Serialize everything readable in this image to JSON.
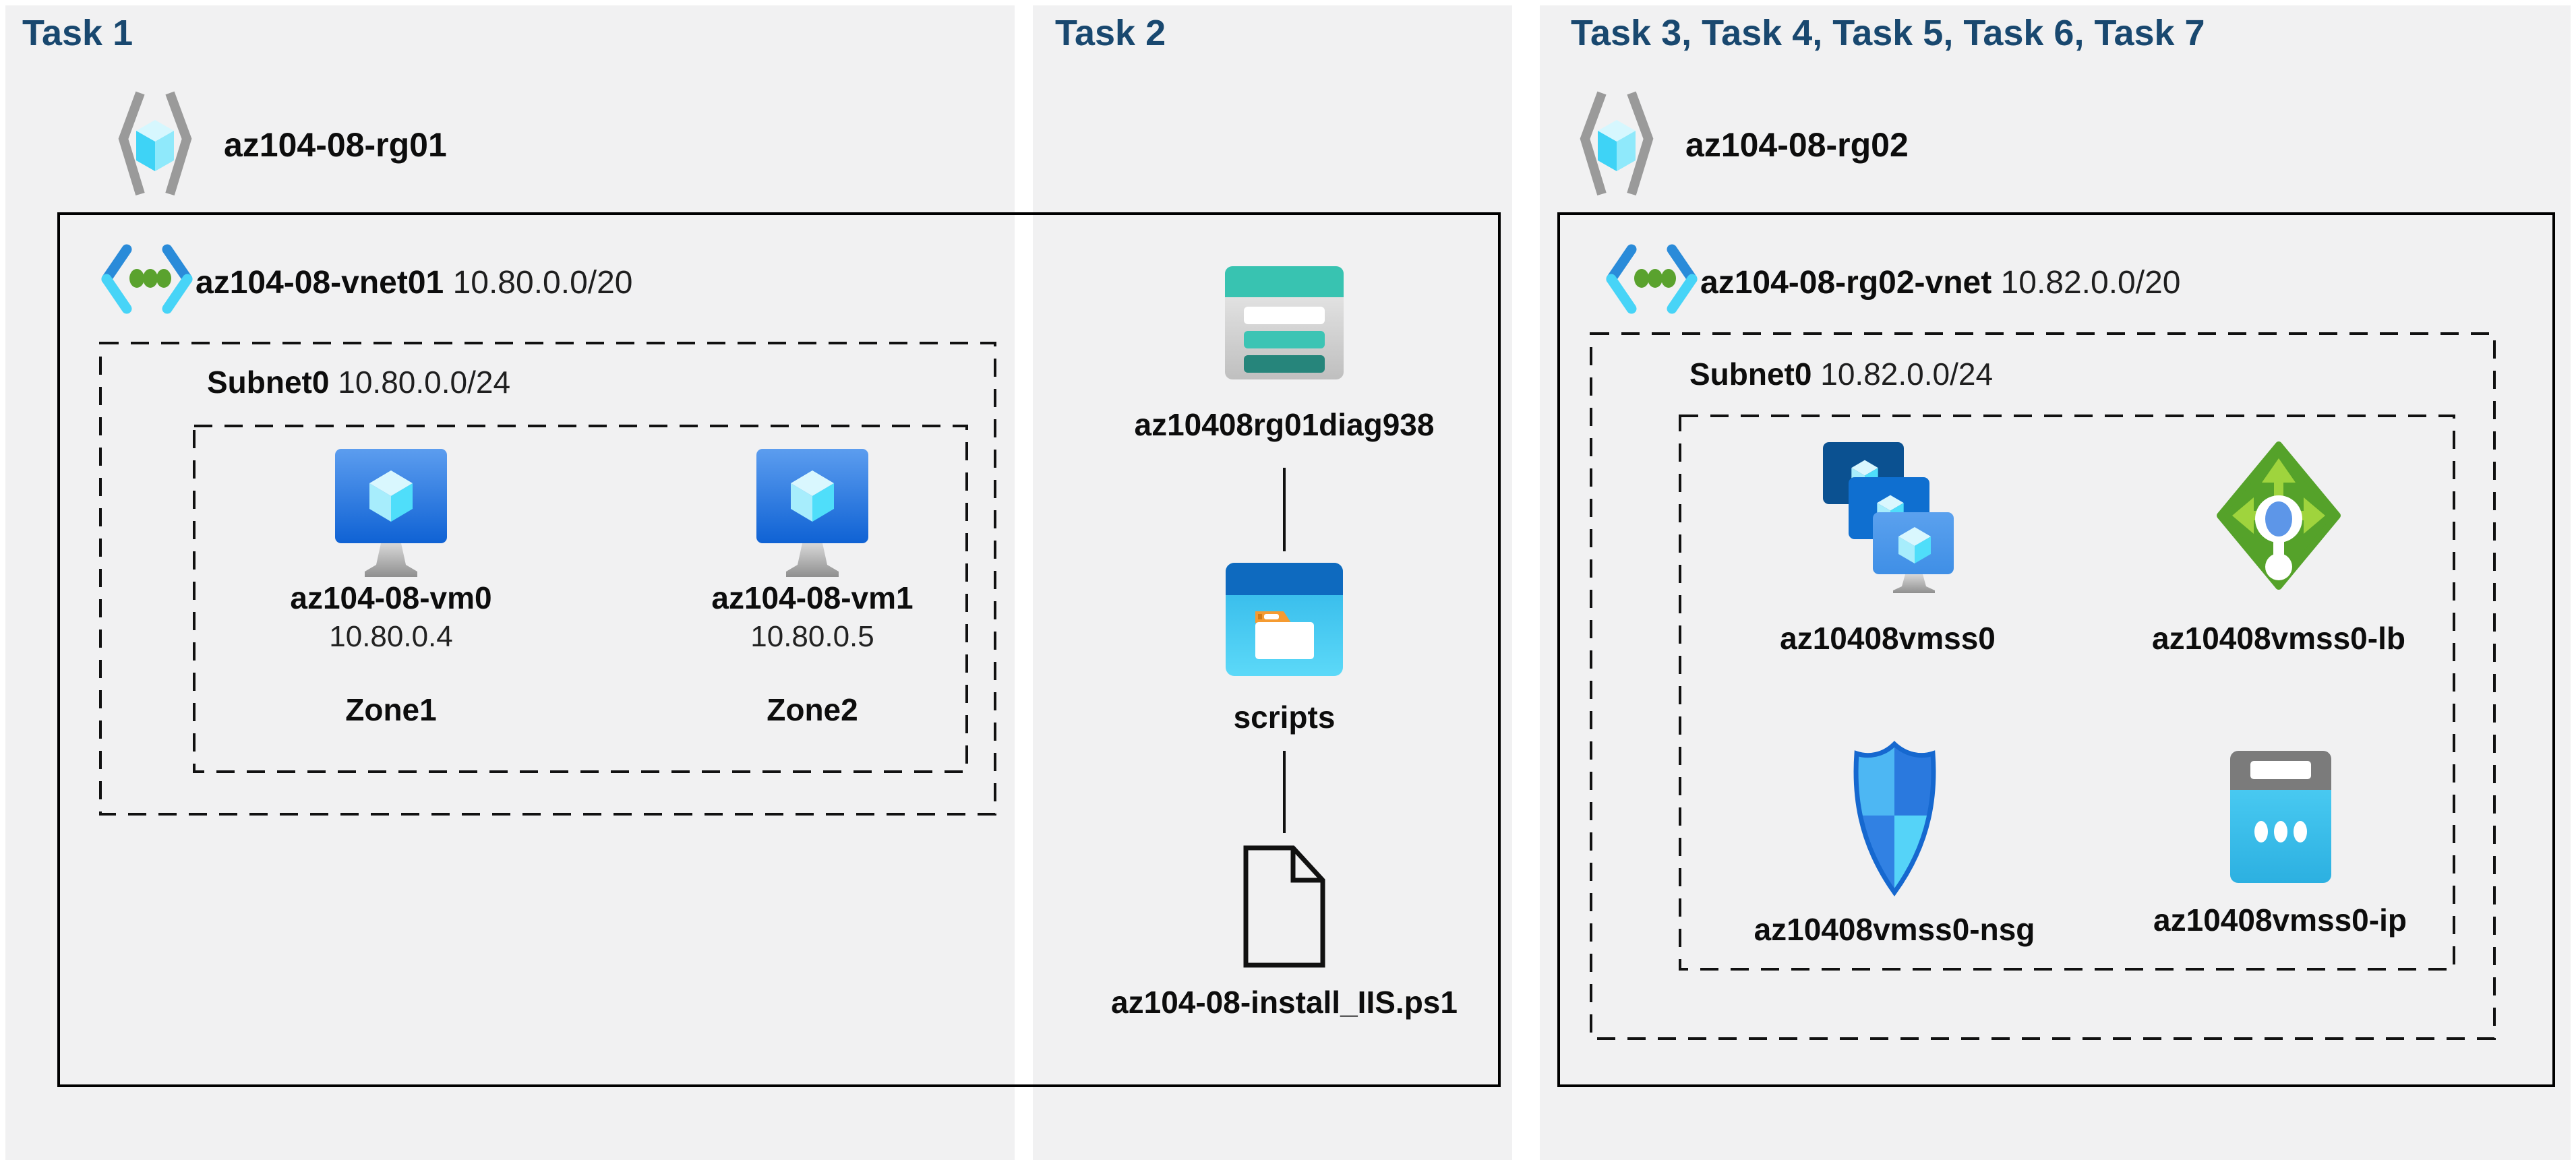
{
  "colors": {
    "title_blue": "#19486f",
    "panel_bg": "#f1f1f2",
    "outline_black": "#000000",
    "azure_blue": "#1166d8",
    "cyan": "#47d4f7",
    "storage_teal": "#38c3b1",
    "storage_teal_dark": "#26857b",
    "lb_green": "#55a22a",
    "lb_green_light": "#9fd43d",
    "bracket_gray": "#9a9a9a"
  },
  "tasks": [
    {
      "title": "Task 1",
      "resource_group": "az104-08-rg01",
      "vnet": {
        "name": "az104-08-vnet01",
        "cidr": "10.80.0.0/20"
      },
      "subnet": {
        "name": "Subnet0",
        "cidr": "10.80.0.0/24"
      },
      "vms": [
        {
          "name": "az104-08-vm0",
          "ip": "10.80.0.4",
          "zone": "Zone1"
        },
        {
          "name": "az104-08-vm1",
          "ip": "10.80.0.5",
          "zone": "Zone2"
        }
      ]
    },
    {
      "title": "Task 2",
      "storage_account": "az10408rg01diag938",
      "container": "scripts",
      "script_file": "az104-08-install_IIS.ps1"
    },
    {
      "title": "Task 3, Task 4, Task 5, Task 6, Task 7",
      "resource_group": "az104-08-rg02",
      "vnet": {
        "name": "az104-08-rg02-vnet",
        "cidr": "10.82.0.0/20"
      },
      "subnet": {
        "name": "Subnet0",
        "cidr": "10.82.0.0/24"
      },
      "resources": [
        {
          "name": "az10408vmss0",
          "type": "virtual-machine-scale-set"
        },
        {
          "name": "az10408vmss0-lb",
          "type": "load-balancer"
        },
        {
          "name": "az10408vmss0-nsg",
          "type": "network-security-group"
        },
        {
          "name": "az10408vmss0-ip",
          "type": "public-ip-address"
        }
      ]
    }
  ]
}
